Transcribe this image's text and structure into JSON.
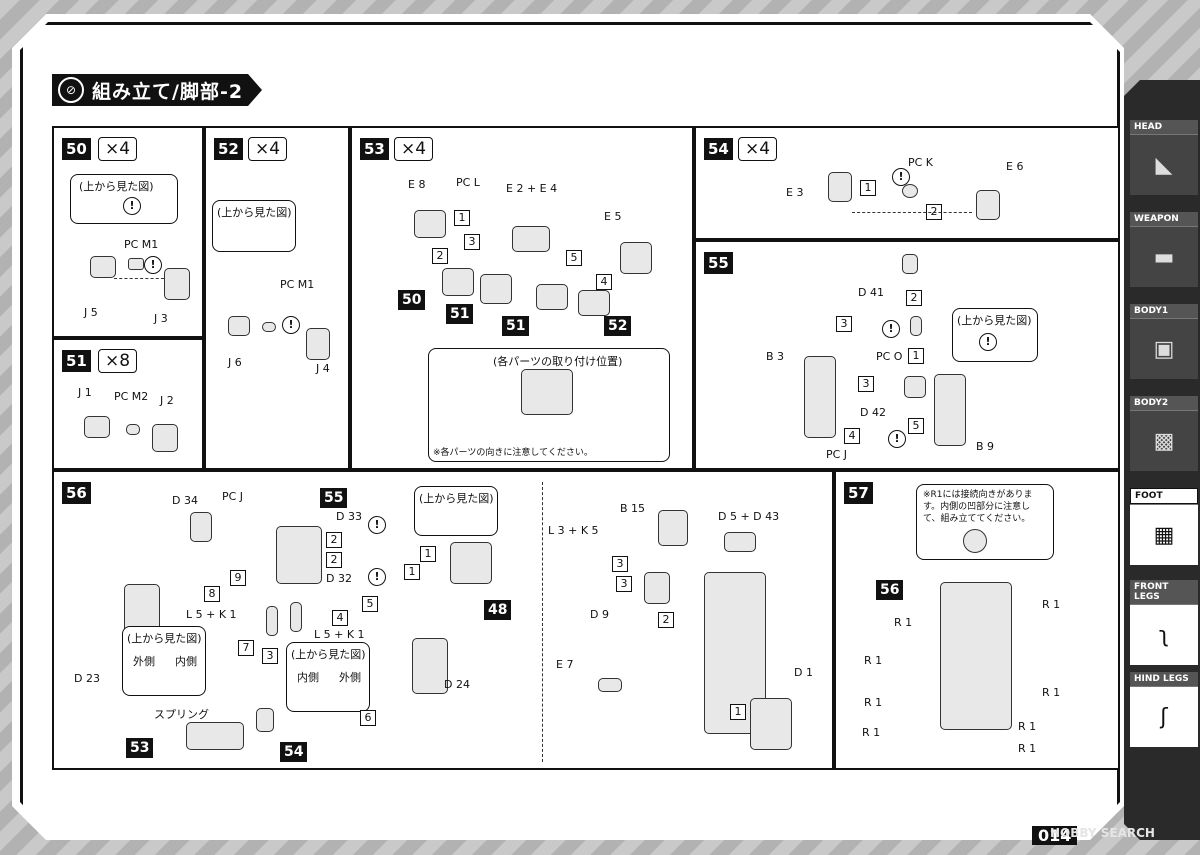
{
  "title": "組み立て/脚部-2",
  "ex_mark": "!",
  "plus": "+",
  "top_view": "(上から見た図)",
  "steps": {
    "s50": {
      "num": "50",
      "count": "×4",
      "labels": [
        "PC M1",
        "J 5",
        "J 3"
      ]
    },
    "s51": {
      "num": "51",
      "count": "×8",
      "labels": [
        "J 1",
        "PC M2",
        "J 2"
      ]
    },
    "s52": {
      "num": "52",
      "count": "×4",
      "labels": [
        "PC M1",
        "J 6",
        "J 4"
      ]
    },
    "s53": {
      "num": "53",
      "count": "×4",
      "labels": [
        "E 8",
        "PC L",
        "E 2 + E 4",
        "E 5"
      ],
      "tags": [
        "50",
        "51",
        "51",
        "52"
      ],
      "attach_title": "(各パーツの取り付け位置)",
      "attach_note": "※各パーツの向きに注意してください。"
    },
    "s54": {
      "num": "54",
      "count": "×4",
      "labels": [
        "E 3",
        "PC K",
        "E 6"
      ]
    },
    "s55": {
      "num": "55",
      "labels": [
        "D 41",
        "B 3",
        "PC O",
        "D 42",
        "B 9",
        "PC J"
      ]
    },
    "s56": {
      "num": "56",
      "labels": [
        "D 34",
        "PC J",
        "D 33",
        "D 32",
        "D 23",
        "L 5 + K 1",
        "L 5 + K 1",
        "D 24",
        "スプリング",
        "B 15",
        "L 3 + K 5",
        "D 5 + D 43",
        "D 9",
        "E 7",
        "D 1"
      ],
      "tags": [
        "55",
        "48",
        "53",
        "54"
      ],
      "inner_outer_left": [
        "外側",
        "内側"
      ],
      "inner_outer_right": [
        "内側",
        "外側"
      ]
    },
    "s57": {
      "num": "57",
      "note": "※R1には接続向きがあります。内側の凹部分に注意して、組み立ててください。",
      "tag": "56",
      "labels": [
        "R 1"
      ]
    }
  },
  "sidebar": [
    "HEAD",
    "WEAPON",
    "BODY1",
    "BODY2",
    "FOOT",
    "FRONT LEGS",
    "HIND LEGS"
  ],
  "sidebar_active": "FOOT",
  "page_number": "014",
  "watermark": "HOBBY SEARCH"
}
